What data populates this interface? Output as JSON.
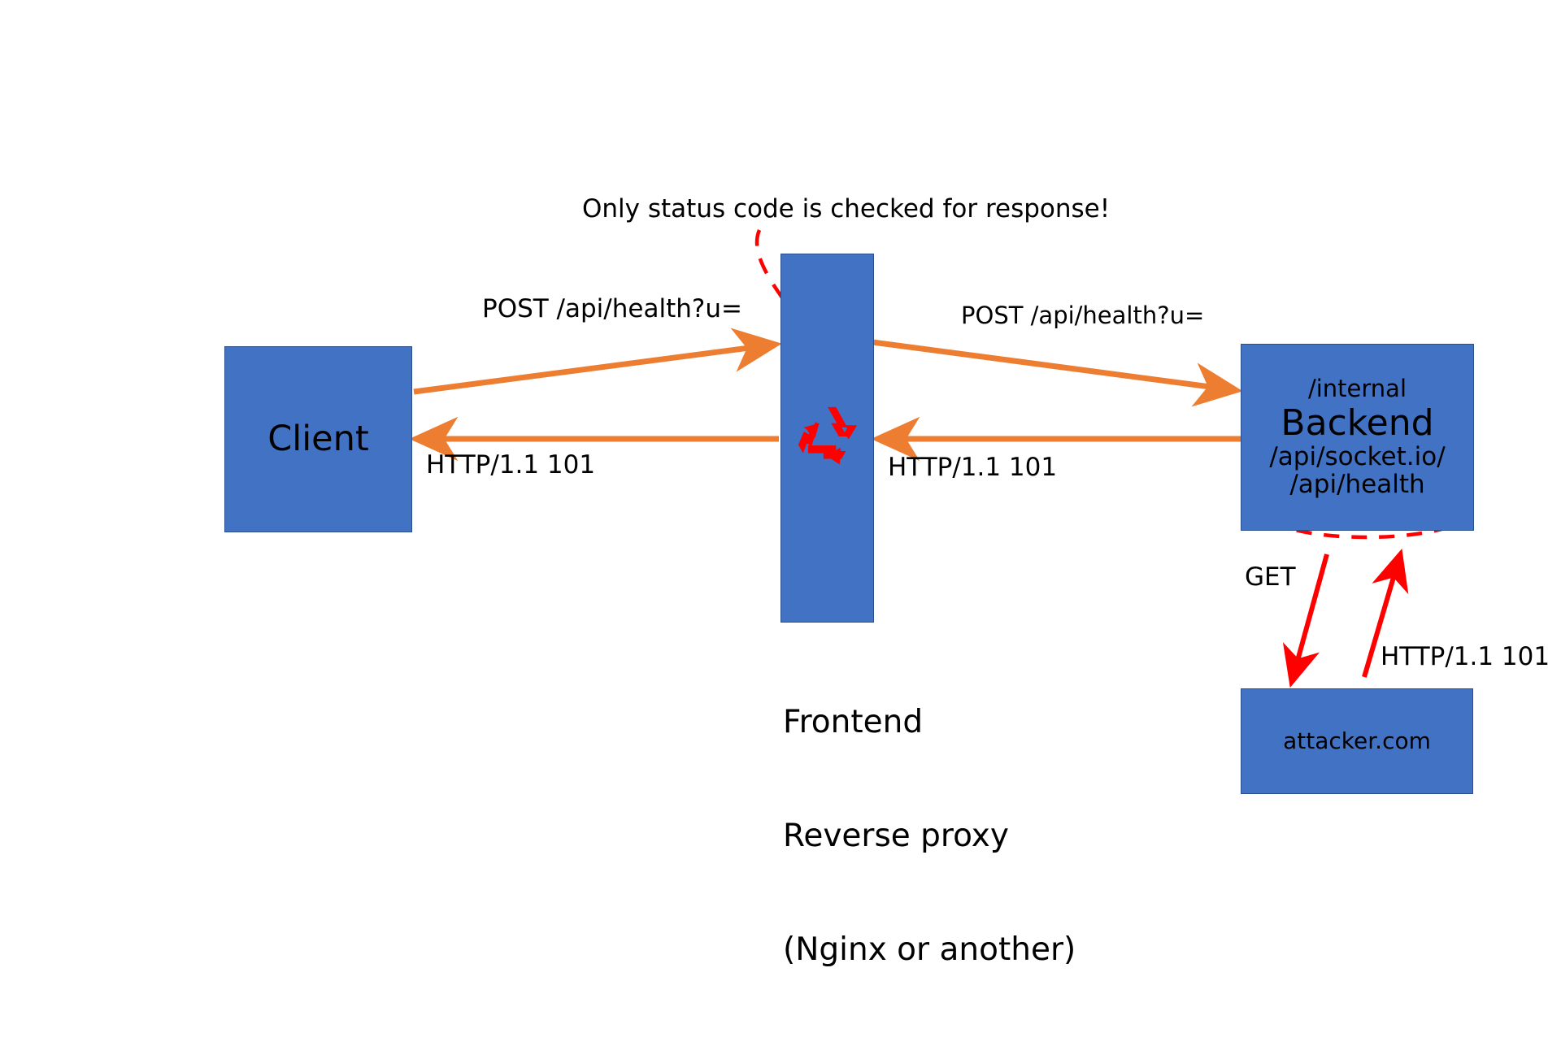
{
  "diagram": {
    "title_note": "Only status code is checked for response!",
    "background_color": "#FFFFFF",
    "node_fill_color": "#4272C4",
    "node_stroke_color": "#2B4F8C",
    "request_arrow_color": "#ED7D31",
    "attack_arrow_color": "#FF0000",
    "annotation_color": "#FF0000"
  },
  "nodes": {
    "client": {
      "label": "Client"
    },
    "frontend": {
      "icon": "recycle-loop-icon",
      "caption_line1": "Frontend",
      "caption_line2": "Reverse proxy",
      "caption_line3": "(Nginx or another)"
    },
    "backend": {
      "line_internal": "/internal",
      "line_title": "Backend",
      "line_socket": "/api/socket.io/",
      "line_health": "/api/health",
      "highlight": "red-dashed-ellipse"
    },
    "attacker": {
      "label": "attacker.com"
    }
  },
  "edges": {
    "client_to_frontend": {
      "label": "POST /api/health?u=",
      "color": "#ED7D31",
      "direction": "right"
    },
    "frontend_to_backend": {
      "label": "POST /api/health?u=",
      "color": "#ED7D31",
      "direction": "right"
    },
    "backend_to_frontend": {
      "label": "HTTP/1.1 101",
      "color": "#ED7D31",
      "direction": "left"
    },
    "frontend_to_client": {
      "label": "HTTP/1.1 101",
      "color": "#ED7D31",
      "direction": "left"
    },
    "backend_to_attacker": {
      "label": "GET",
      "color": "#FF0000",
      "direction": "down"
    },
    "attacker_to_backend": {
      "label": "HTTP/1.1 101",
      "color": "#FF0000",
      "direction": "up"
    }
  }
}
